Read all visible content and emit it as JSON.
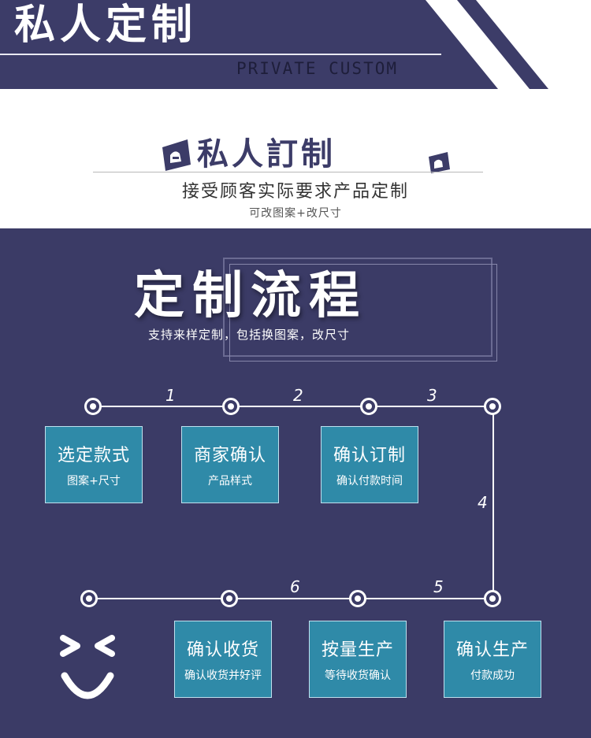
{
  "header": {
    "title": "私人定制",
    "subtitle": "PRIVATE CUSTOM"
  },
  "banner": {
    "calligraphy": "私人訂制",
    "line1": "接受顾客实际要求产品定制",
    "line2": "可改图案+改尺寸"
  },
  "process": {
    "title": "定制流程",
    "subtitle": "支持来样定制，包括换图案，改尺寸"
  },
  "steps": [
    {
      "title": "选定款式",
      "sub": "图案+尺寸"
    },
    {
      "title": "商家确认",
      "sub": "产品样式"
    },
    {
      "title": "确认订制",
      "sub": "确认付款时间"
    },
    {
      "title": "确认生产",
      "sub": "付款成功"
    },
    {
      "title": "按量生产",
      "sub": "等待收货确认"
    },
    {
      "title": "确认收货",
      "sub": "确认收货并好评"
    }
  ],
  "step_numbers": [
    "1",
    "2",
    "3",
    "4",
    "5",
    "6"
  ],
  "colors": {
    "navy": "#3b3b66",
    "card": "#2f8aa8",
    "white": "#ffffff"
  }
}
